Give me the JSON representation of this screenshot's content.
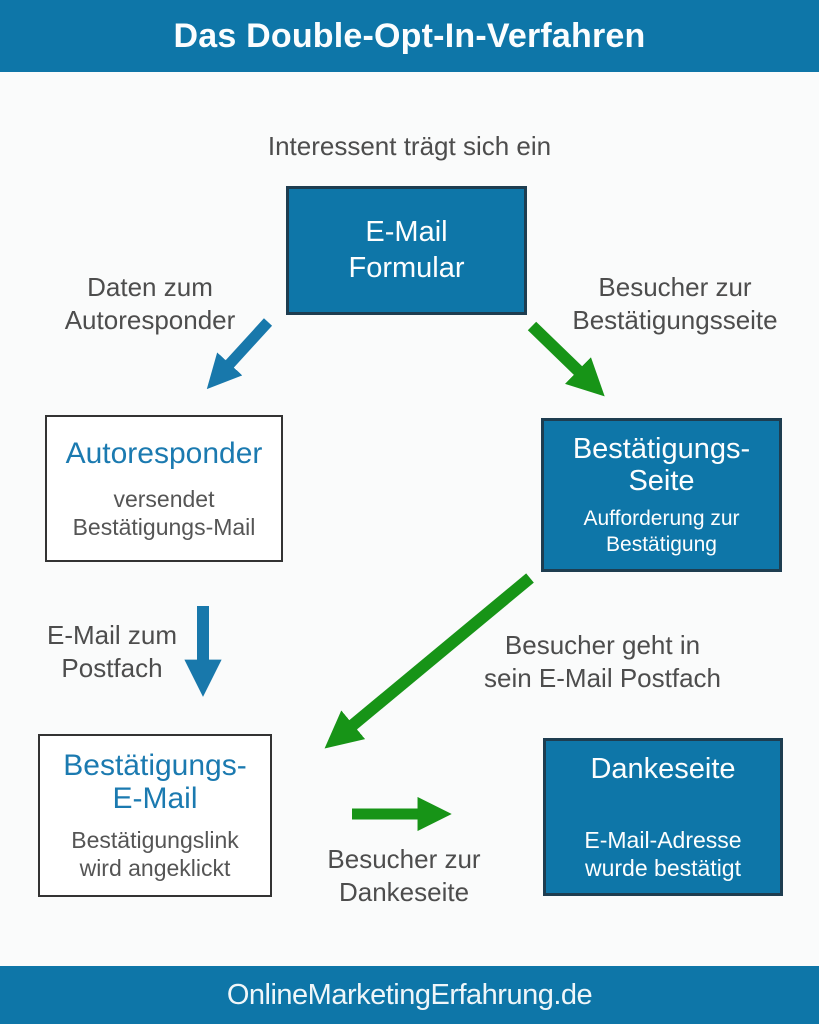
{
  "header": {
    "title": "Das Double-Opt-In-Verfahren"
  },
  "intro": {
    "text": "Interessent trägt sich ein"
  },
  "nodes": {
    "email_formular": {
      "title_line1": "E-Mail",
      "title_line2": "Formular"
    },
    "autoresponder": {
      "title": "Autoresponder",
      "subtitle_line1": "versendet",
      "subtitle_line2": "Bestätigungs-Mail"
    },
    "bestaetigungs_seite": {
      "title_line1": "Bestätigungs-",
      "title_line2": "Seite",
      "subtitle_line1": "Aufforderung zur",
      "subtitle_line2": "Bestätigung"
    },
    "bestaetigungs_email": {
      "title_line1": "Bestätigungs-",
      "title_line2": "E-Mail",
      "subtitle_line1": "Bestätigungslink",
      "subtitle_line2": "wird angeklickt"
    },
    "dankeseite": {
      "title": "Dankeseite",
      "subtitle_line1": "E-Mail-Adresse",
      "subtitle_line2": "wurde bestätigt"
    }
  },
  "labels": {
    "daten_zum_autoresponder": {
      "line1": "Daten zum",
      "line2": "Autoresponder"
    },
    "besucher_zur_bestaetigungsseite": {
      "line1": "Besucher zur",
      "line2": "Bestätigungsseite"
    },
    "email_zum_postfach": {
      "line1": "E-Mail zum",
      "line2": "Postfach"
    },
    "besucher_geht_postfach": {
      "line1": "Besucher geht in",
      "line2": "sein E-Mail Postfach"
    },
    "besucher_zur_dankeseite": {
      "line1": "Besucher zur",
      "line2": "Dankeseite"
    }
  },
  "footer": {
    "text": "OnlineMarketingErfahrung.de"
  },
  "colors": {
    "brand_blue": "#0e76a8",
    "blue_box_border": "#1e3d50",
    "white_box_border": "#333333",
    "blue_arrow": "#1878ab",
    "green_arrow": "#179417",
    "gray_text": "#4d4d4d",
    "blue_link_text": "#1b7ab0",
    "background": "#fafbfb"
  }
}
